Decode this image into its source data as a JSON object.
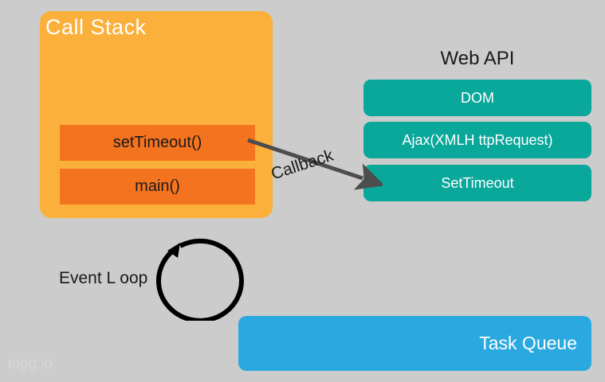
{
  "diagram": {
    "background_color": "#cccccc",
    "call_stack": {
      "title": "Call Stack",
      "box_color": "#fbb03b",
      "frame_color": "#f4731f",
      "frames": [
        {
          "label": "setTimeout()"
        },
        {
          "label": "main()"
        }
      ]
    },
    "web_api": {
      "title": "Web API",
      "bar_color": "#0aa79b",
      "items": [
        {
          "label": "DOM"
        },
        {
          "label": "Ajax(XMLH ttpRequest)"
        },
        {
          "label": "SetTimeout"
        }
      ]
    },
    "callback_arrow": {
      "label": "Callback",
      "color": "#4d4d4d"
    },
    "event_loop": {
      "label": "Event L oop",
      "color": "#000000"
    },
    "task_queue": {
      "label": "Task Queue",
      "bar_color": "#29a9e0"
    },
    "watermark": {
      "text": "ingg.io"
    }
  }
}
